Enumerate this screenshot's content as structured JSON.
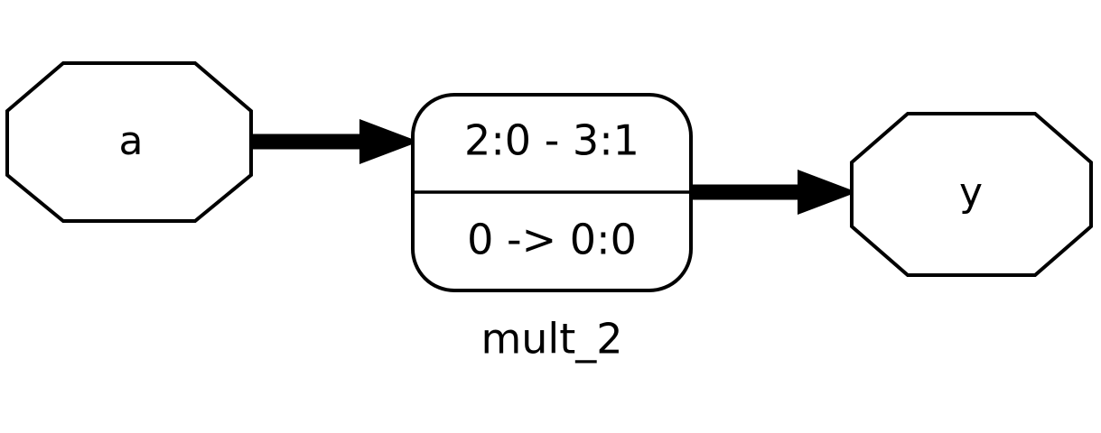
{
  "diagram": {
    "title": "",
    "background_color": "#ffffff",
    "stroke_color": "#000000",
    "nodes": [
      {
        "id": "a",
        "shape": "octagon",
        "label": "a",
        "role": "input-port"
      },
      {
        "id": "mult_2",
        "shape": "rounded-rectangle",
        "name_label": "mult_2",
        "rows": [
          {
            "text": "2:0 - 3:1"
          },
          {
            "text": "0 -> 0:0"
          }
        ]
      },
      {
        "id": "y",
        "shape": "octagon",
        "label": "y",
        "role": "output-port"
      }
    ],
    "edges": [
      {
        "from": "a",
        "to": "mult_2",
        "label": "",
        "arrowhead": "solid-triangle"
      },
      {
        "from": "mult_2",
        "to": "y",
        "label": "",
        "arrowhead": "solid-triangle"
      }
    ]
  }
}
